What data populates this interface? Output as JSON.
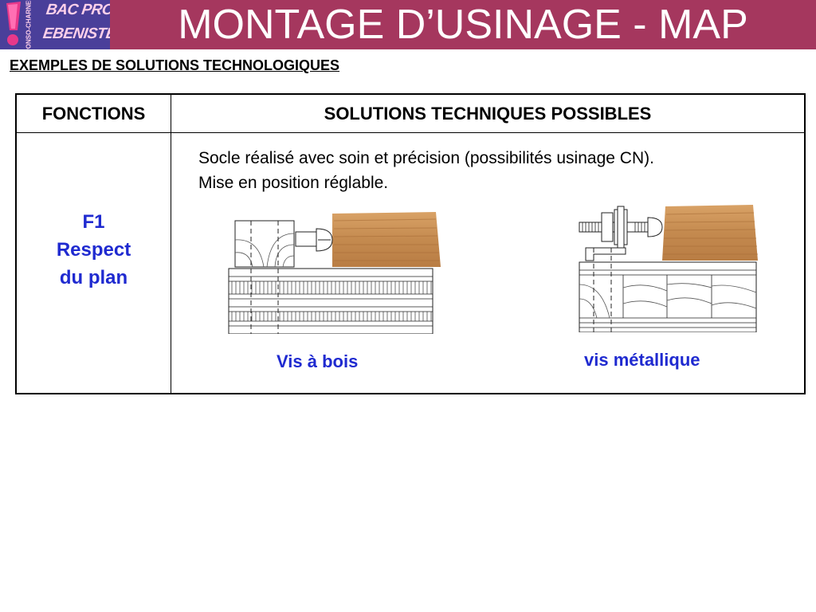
{
  "header": {
    "title": "MONTAGE D’USINAGE - MAP",
    "logo": {
      "line1": "BAC PRO",
      "line2": "EBENISTE",
      "vertical": "PONSO-CHARNES",
      "icon": "exclamation-mark-icon",
      "bg_color": "#4a3f9a"
    },
    "bar_color": "#a5375e"
  },
  "subtitle": "EXEMPLES DE SOLUTIONS TECHNOLOGIQUES",
  "table": {
    "headers": [
      "FONCTIONS",
      "SOLUTIONS TECHNIQUES POSSIBLES"
    ],
    "function_lines": [
      "F1",
      "Respect",
      "du plan"
    ],
    "description_lines": [
      "Socle réalisé avec soin et précision (possibilités usinage CN).",
      "Mise en position réglable."
    ],
    "illustrations": [
      {
        "caption": "Vis à bois",
        "drawing": "wood-screw-fixture-drawing"
      },
      {
        "caption": "vis métallique",
        "drawing": "metal-screw-fixture-drawing"
      }
    ]
  },
  "colors": {
    "accent_blue": "#1f2ad0",
    "wood": "#c98f52"
  }
}
